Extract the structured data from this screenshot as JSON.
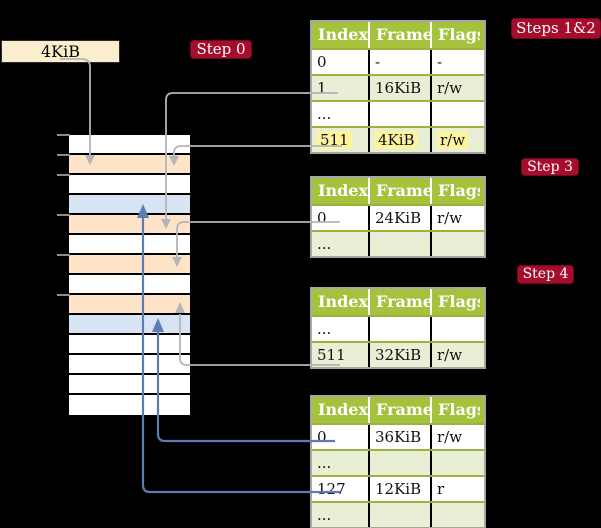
{
  "labels": {
    "frame_box": "4KiB",
    "step0": "Step 0",
    "steps12": "Steps 1&2",
    "step3": "Step 3",
    "step4": "Step 4"
  },
  "colors": {
    "badge_red": "#a60d2c",
    "header_green": "#a4c23c",
    "row_green": "#e9efd5",
    "highlight_yellow": "#fdf59e",
    "mem_orange": "#fde4c8",
    "mem_blue": "#d8e4f4",
    "arrow_gray": "#b5b5b5",
    "arrow_blue": "#5b7db1",
    "box_cream": "#fbeecd"
  },
  "tables": [
    {
      "name": "page-table-level4",
      "headers": [
        "Index",
        "Frame",
        "Flags"
      ],
      "rows": [
        {
          "cells": [
            "0",
            "-",
            "-"
          ],
          "shaded": false,
          "highlight": false
        },
        {
          "cells": [
            "1",
            "16KiB",
            "r/w"
          ],
          "shaded": true,
          "highlight": false
        },
        {
          "cells": [
            "...",
            "",
            ""
          ],
          "shaded": false,
          "highlight": false
        },
        {
          "cells": [
            "511",
            "4KiB",
            "r/w"
          ],
          "shaded": true,
          "highlight": true
        }
      ]
    },
    {
      "name": "page-table-level3",
      "headers": [
        "Index",
        "Frame",
        "Flags"
      ],
      "rows": [
        {
          "cells": [
            "0",
            "24KiB",
            "r/w"
          ],
          "shaded": false,
          "highlight": false
        },
        {
          "cells": [
            "...",
            "",
            ""
          ],
          "shaded": true,
          "highlight": false
        }
      ]
    },
    {
      "name": "page-table-level2",
      "headers": [
        "Index",
        "Frame",
        "Flags"
      ],
      "rows": [
        {
          "cells": [
            "...",
            "",
            ""
          ],
          "shaded": false,
          "highlight": false
        },
        {
          "cells": [
            "511",
            "32KiB",
            "r/w"
          ],
          "shaded": true,
          "highlight": false
        }
      ]
    },
    {
      "name": "page-table-level1",
      "headers": [
        "Index",
        "Frame",
        "Flags"
      ],
      "rows": [
        {
          "cells": [
            "0",
            "36KiB",
            "r/w"
          ],
          "shaded": false,
          "highlight": false
        },
        {
          "cells": [
            "...",
            "",
            ""
          ],
          "shaded": true,
          "highlight": false
        },
        {
          "cells": [
            "127",
            "12KiB",
            "r"
          ],
          "shaded": false,
          "highlight": false
        },
        {
          "cells": [
            "...",
            "",
            ""
          ],
          "shaded": true,
          "highlight": false
        }
      ]
    }
  ],
  "memory": {
    "rows": [
      "white",
      "orange",
      "white",
      "blue",
      "orange",
      "white",
      "orange",
      "white",
      "orange",
      "blue",
      "white",
      "white",
      "white",
      "white"
    ],
    "ticks": [
      0,
      20,
      40,
      80,
      120,
      160
    ]
  }
}
